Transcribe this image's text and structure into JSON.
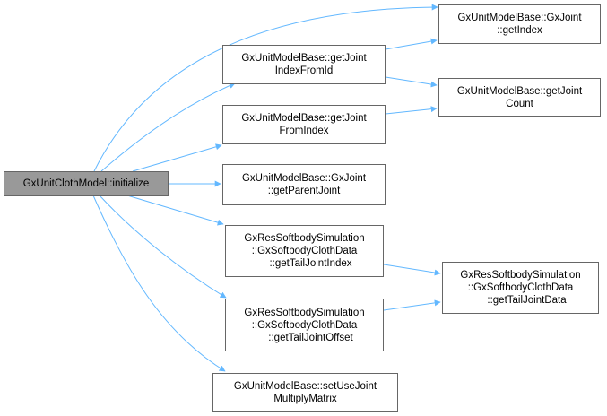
{
  "diagram": {
    "type": "call-graph",
    "colors": {
      "edge": "#63b8ff",
      "node_border": "#666666",
      "root_fill": "#999999",
      "node_fill": "#ffffff"
    },
    "nodes": {
      "root": {
        "lines": [
          "GxUnitClothModel::initialize"
        ]
      },
      "getJointIndexFromId": {
        "lines": [
          "GxUnitModelBase::getJoint",
          "IndexFromId"
        ]
      },
      "getJointFromIndex": {
        "lines": [
          "GxUnitModelBase::getJoint",
          "FromIndex"
        ]
      },
      "getParentJoint": {
        "lines": [
          "GxUnitModelBase::GxJoint",
          "::getParentJoint"
        ]
      },
      "getTailJointIndex": {
        "lines": [
          "GxResSoftbodySimulation",
          "::GxSoftbodyClothData",
          "::getTailJointIndex"
        ]
      },
      "getTailJointOffset": {
        "lines": [
          "GxResSoftbodySimulation",
          "::GxSoftbodyClothData",
          "::getTailJointOffset"
        ]
      },
      "setUseJointMultiplyMatrix": {
        "lines": [
          "GxUnitModelBase::setUseJoint",
          "MultiplyMatrix"
        ]
      },
      "getIndex": {
        "lines": [
          "GxUnitModelBase::GxJoint",
          "::getIndex"
        ]
      },
      "getJointCount": {
        "lines": [
          "GxUnitModelBase::getJoint",
          "Count"
        ]
      },
      "getTailJointData": {
        "lines": [
          "GxResSoftbodySimulation",
          "::GxSoftbodyClothData",
          "::getTailJointData"
        ]
      }
    },
    "edges": [
      {
        "from": "root",
        "to": "getIndex"
      },
      {
        "from": "root",
        "to": "getJointIndexFromId"
      },
      {
        "from": "root",
        "to": "getJointFromIndex"
      },
      {
        "from": "root",
        "to": "getParentJoint"
      },
      {
        "from": "root",
        "to": "getTailJointIndex"
      },
      {
        "from": "root",
        "to": "getTailJointOffset"
      },
      {
        "from": "root",
        "to": "setUseJointMultiplyMatrix"
      },
      {
        "from": "getJointIndexFromId",
        "to": "getIndex"
      },
      {
        "from": "getJointIndexFromId",
        "to": "getJointCount"
      },
      {
        "from": "getJointFromIndex",
        "to": "getJointCount"
      },
      {
        "from": "getTailJointIndex",
        "to": "getTailJointData"
      },
      {
        "from": "getTailJointOffset",
        "to": "getTailJointData"
      }
    ]
  }
}
